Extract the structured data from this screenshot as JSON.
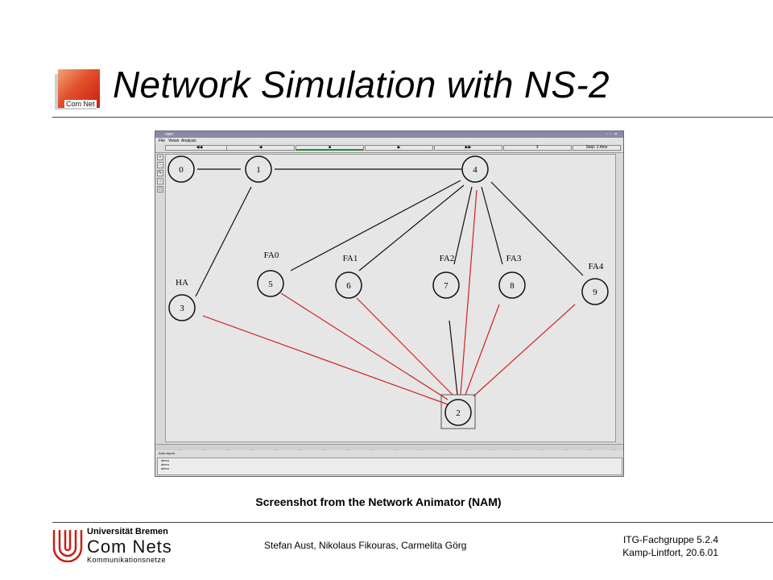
{
  "header": {
    "title": "Network Simulation with NS-2",
    "logo_text": "Com Net"
  },
  "nam": {
    "window_title": "nam: ",
    "file_name": "",
    "menu": [
      "File",
      "Views",
      "Analysis"
    ],
    "controls": [
      "◀◀",
      "◀",
      "■",
      "▶",
      "▶▶"
    ],
    "time_readout": "",
    "step_readout": "Step: 2.4ms",
    "bottom_left": "Auto layout",
    "log_lines": [
      "dimm",
      "dimm",
      "dimm"
    ],
    "nodes": [
      {
        "id": "0"
      },
      {
        "id": "1"
      },
      {
        "id": "4"
      },
      {
        "id": "3",
        "label": "HA"
      },
      {
        "id": "5",
        "label": "FA0"
      },
      {
        "id": "6",
        "label": "FA1"
      },
      {
        "id": "7",
        "label": "FA2"
      },
      {
        "id": "8",
        "label": "FA3"
      },
      {
        "id": "9",
        "label": "FA4"
      },
      {
        "id": "2"
      }
    ],
    "colors": {
      "wired": "#111111",
      "wireless": "#d42020"
    }
  },
  "caption": "Screenshot from the Network Animator (NAM)",
  "footer": {
    "university": "Universität Bremen",
    "comnets": "Com Nets",
    "subtitle": "Kommunikationsnetze",
    "authors": "Stefan Aust, Nikolaus Fikouras, Carmelita Görg",
    "event": "ITG-Fachgruppe 5.2.4",
    "place_date": "Kamp-Lintfort, 20.6.01"
  }
}
